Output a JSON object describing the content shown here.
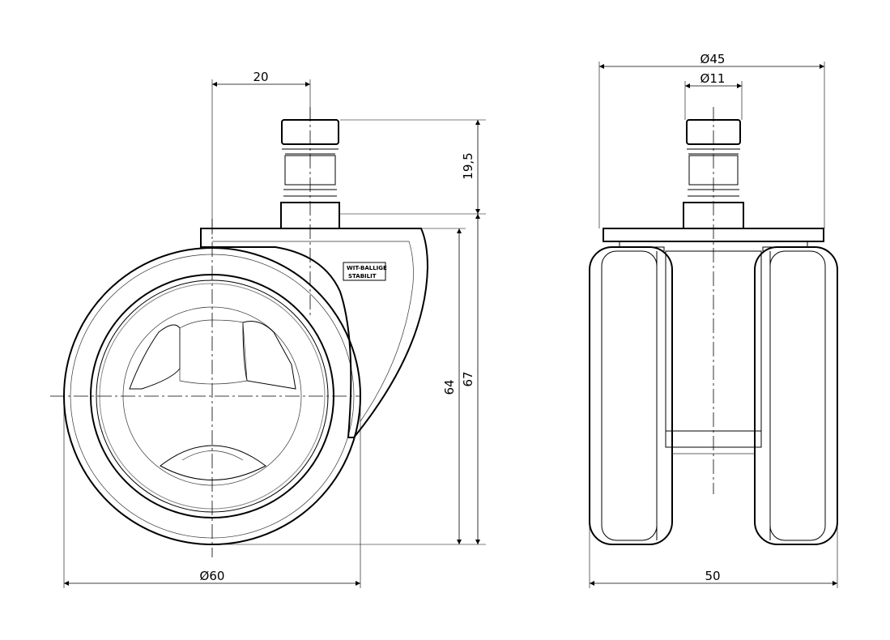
{
  "dimensions": {
    "stem_offset": "20",
    "stem_height": "19,5",
    "wheel_height_64": "64",
    "total_height_67": "67",
    "wheel_diameter": "Ø60",
    "housing_diameter": "Ø45",
    "stem_diameter": "Ø11",
    "total_width": "50"
  },
  "logo": {
    "line1": "WIT-BALLIGE",
    "line2": "STABILIT"
  }
}
